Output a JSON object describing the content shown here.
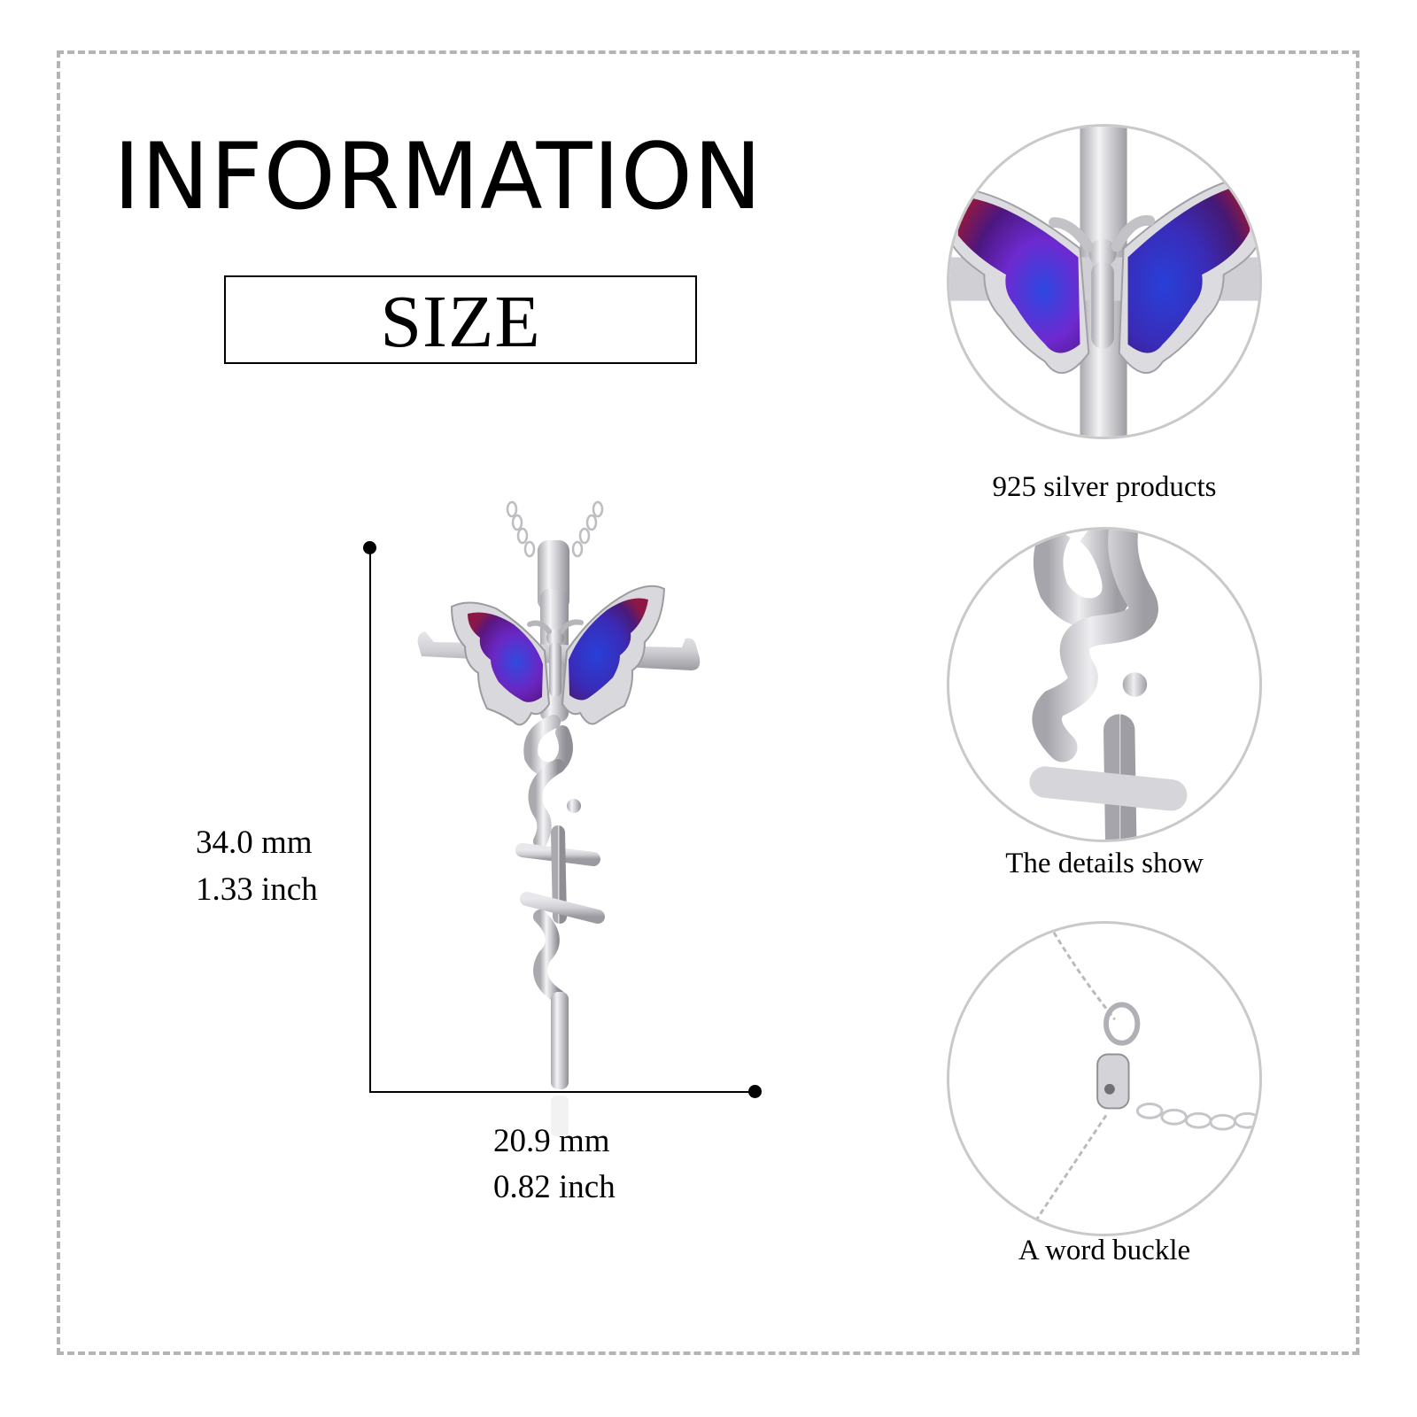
{
  "header": {
    "title": "INFORMATION",
    "section_label": "SIZE"
  },
  "dimensions": {
    "height": {
      "mm": "34.0 mm",
      "inch": "1.33 inch"
    },
    "width": {
      "mm": "20.9 mm",
      "inch": "0.82 inch"
    }
  },
  "product": {
    "image_icon": "butterfly-cross-faith-pendant-image",
    "colors": {
      "enamel_blue": "#2a3bd0",
      "enamel_purple": "#6a1fb8",
      "enamel_magenta": "#8a1846",
      "silver": "#c8c8cc"
    }
  },
  "details": [
    {
      "image_icon": "butterfly-closeup-image",
      "caption": "925 silver products"
    },
    {
      "image_icon": "faith-lettering-closeup-image",
      "caption": "The details show"
    },
    {
      "image_icon": "lobster-clasp-closeup-image",
      "caption": "A word buckle"
    }
  ],
  "colors": {
    "frame_border": "#b4b4b4",
    "circle_border": "#c9c9c9",
    "text": "#000000"
  }
}
